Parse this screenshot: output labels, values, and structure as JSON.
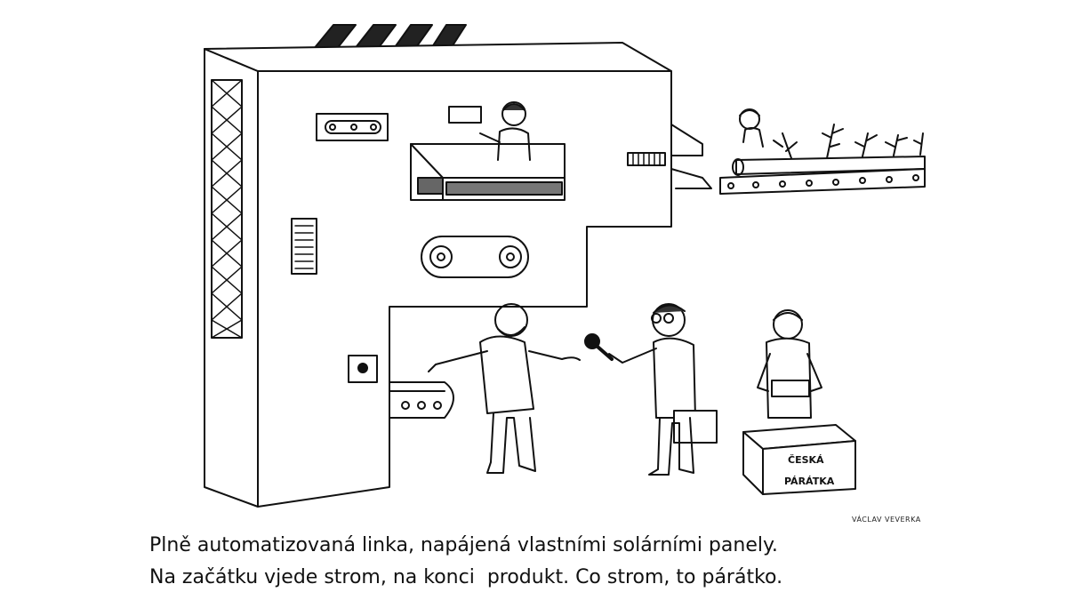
{
  "cartoon": {
    "author": "VÁCLAV VEVERKA",
    "box_label_line1": "ČESKÁ",
    "box_label_line2": "PÁRÁTKA",
    "caption_line1": "Plně automatizovaná linka, napájená vlastními solárními panely.",
    "caption_line2": "Na začátku vjede strom, na konci  produkt. Co strom, to párátko."
  }
}
